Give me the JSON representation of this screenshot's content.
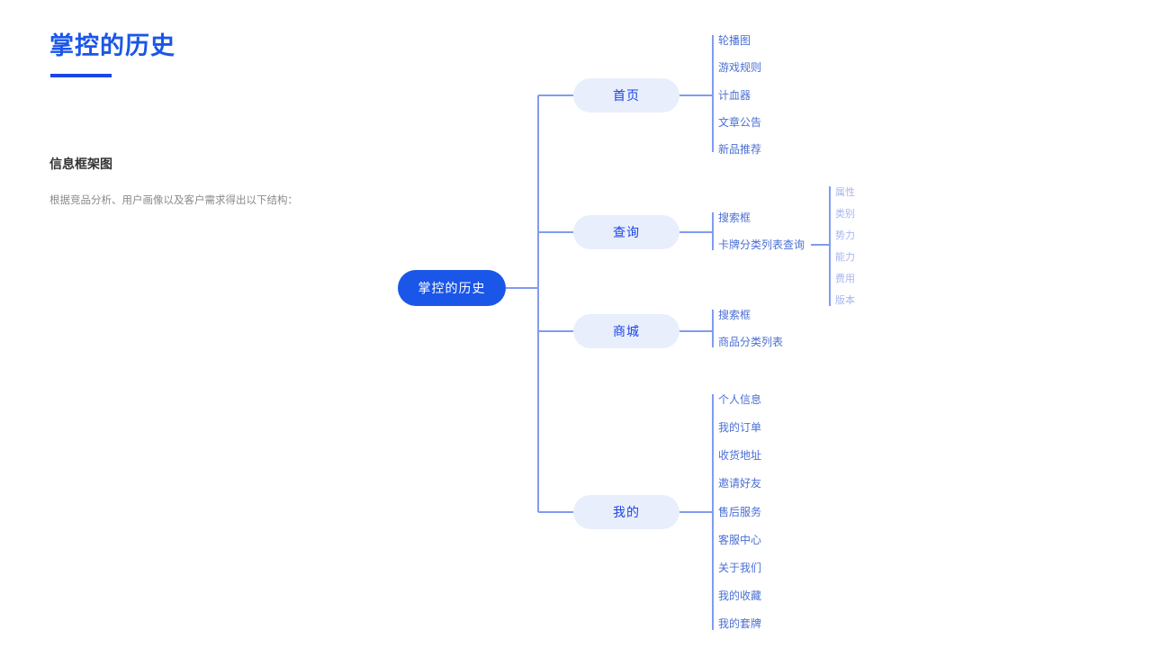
{
  "page": {
    "title": "掌控的历史",
    "section_heading": "信息框架图",
    "section_desc": "根据竞品分析、用户画像以及客户需求得出以下结构：",
    "colors": {
      "brand_blue": "#1a56e8",
      "rule_blue": "#1a45e8",
      "branch_fill": "#e8eefc",
      "leaf_text": "#4a6fd4",
      "faded_text": "#a8b6ef",
      "connector": "#7f9cf0",
      "heading_text": "#333333",
      "desc_text": "#8a8a8a",
      "background": "#ffffff"
    }
  },
  "mindmap": {
    "root": {
      "label": "掌控的历史"
    },
    "branches": [
      {
        "label": "首页",
        "leaves": [
          {
            "label": "轮播图"
          },
          {
            "label": "游戏规则"
          },
          {
            "label": "计血器"
          },
          {
            "label": "文章公告"
          },
          {
            "label": "新品推荐"
          }
        ]
      },
      {
        "label": "查询",
        "leaves": [
          {
            "label": "搜索框"
          },
          {
            "label": "卡牌分类列表查询",
            "children": [
              {
                "label": "属性"
              },
              {
                "label": "类别"
              },
              {
                "label": "势力"
              },
              {
                "label": "能力"
              },
              {
                "label": "费用"
              },
              {
                "label": "版本"
              }
            ]
          }
        ]
      },
      {
        "label": "商城",
        "leaves": [
          {
            "label": "搜索框"
          },
          {
            "label": "商品分类列表"
          }
        ]
      },
      {
        "label": "我的",
        "leaves": [
          {
            "label": "个人信息"
          },
          {
            "label": "我的订单"
          },
          {
            "label": "收货地址"
          },
          {
            "label": "邀请好友"
          },
          {
            "label": "售后服务"
          },
          {
            "label": "客服中心"
          },
          {
            "label": "关于我们"
          },
          {
            "label": "我的收藏"
          },
          {
            "label": "我的套牌"
          }
        ]
      }
    ]
  }
}
